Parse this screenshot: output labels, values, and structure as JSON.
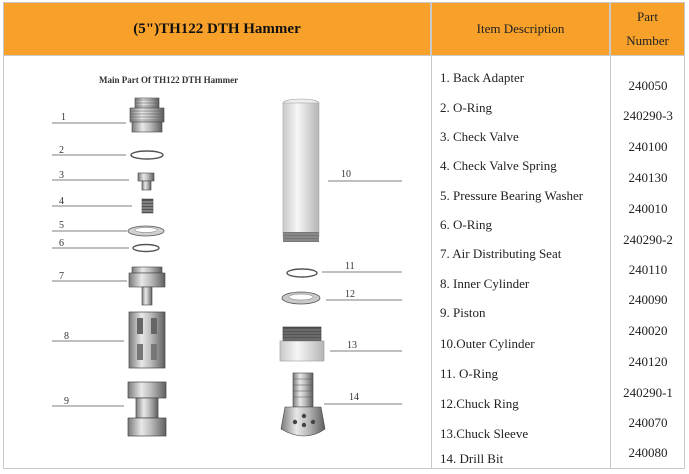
{
  "header": {
    "title": "(5\")TH122 DTH Hammer",
    "description_label": "Item Description",
    "part_label_line1": "Part",
    "part_label_line2": "Number"
  },
  "drawing": {
    "caption": "Main Part Of TH122 DTH Hammer",
    "callouts": [
      "1",
      "2",
      "3",
      "4",
      "5",
      "6",
      "7",
      "8",
      "9",
      "10",
      "11",
      "12",
      "13",
      "14"
    ]
  },
  "items": [
    {
      "description": "1. Back Adapter",
      "part": "240050"
    },
    {
      "description": "2. O-Ring",
      "part": "240290-3"
    },
    {
      "description": "3. Check Valve",
      "part": "240100"
    },
    {
      "description": "4. Check Valve Spring",
      "part": "240130"
    },
    {
      "description": "5. Pressure Bearing Washer",
      "part": "240010"
    },
    {
      "description": "6. O-Ring",
      "part": "240290-2"
    },
    {
      "description": "7. Air Distributing Seat",
      "part": "240110"
    },
    {
      "description": "8.  Inner Cylinder",
      "part": "240090"
    },
    {
      "description": "9. Piston",
      "part": "240020"
    },
    {
      "description": "10.Outer Cylinder",
      "part": "240120"
    },
    {
      "description": "11.  O-Ring",
      "part": "240290-1"
    },
    {
      "description": "12.Chuck Ring",
      "part": "240070"
    },
    {
      "description": "13.Chuck Sleeve",
      "part": "240080"
    },
    {
      "description": "14. Drill Bit",
      "part": ""
    }
  ]
}
